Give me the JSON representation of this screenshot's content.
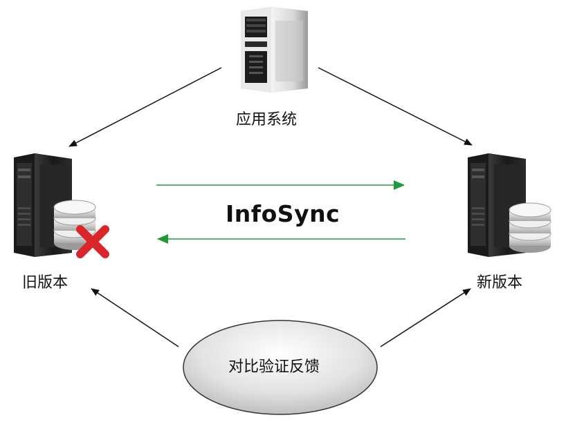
{
  "nodes": {
    "app_system": {
      "label": "应用系统",
      "icon": "tower-server-icon"
    },
    "old_version": {
      "label": "旧版本",
      "icon": "server-database-icon",
      "status_icon": "red-x-icon"
    },
    "new_version": {
      "label": "新版本",
      "icon": "server-database-icon"
    },
    "feedback": {
      "label": "对比验证反馈"
    }
  },
  "sync": {
    "label": "InfoSync",
    "arrow_color": "#1e9a3c"
  },
  "colors": {
    "arrow": "#111111",
    "sync_arrow": "#1e9a3c",
    "error": "#d9262b"
  }
}
